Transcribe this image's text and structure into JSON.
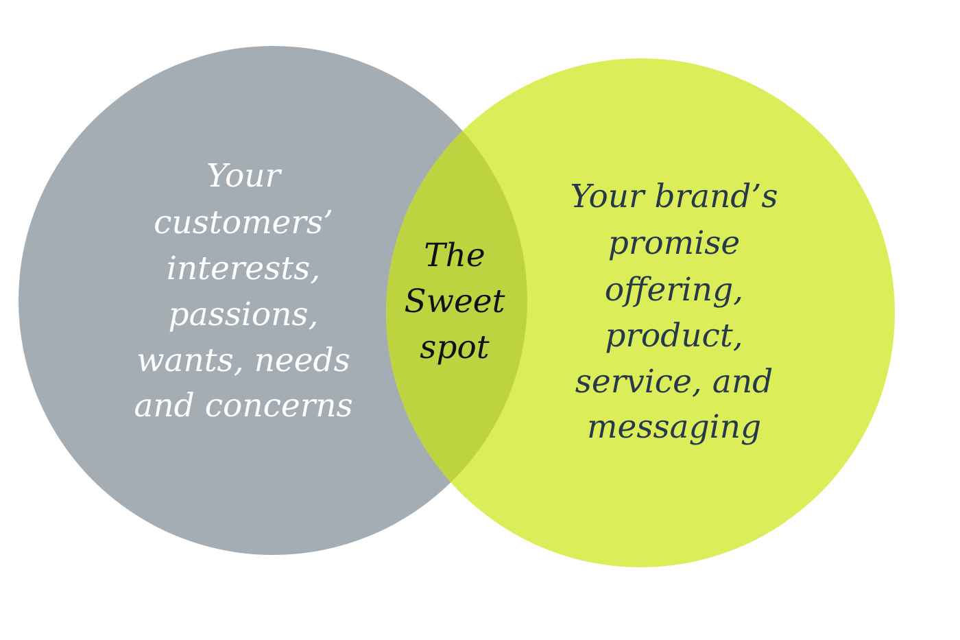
{
  "left": {
    "lines": [
      "Your",
      "customers’",
      "interests,",
      "passions,",
      "wants, needs",
      "and concerns"
    ],
    "color": "#a3adb3"
  },
  "right": {
    "lines": [
      "Your brand’s",
      "promise",
      "offering,",
      "product,",
      "service, and",
      "messaging"
    ],
    "color": "#dbee5a"
  },
  "center": {
    "lines": [
      "The",
      "Sweet",
      "spot"
    ],
    "color": "#bdd440"
  }
}
